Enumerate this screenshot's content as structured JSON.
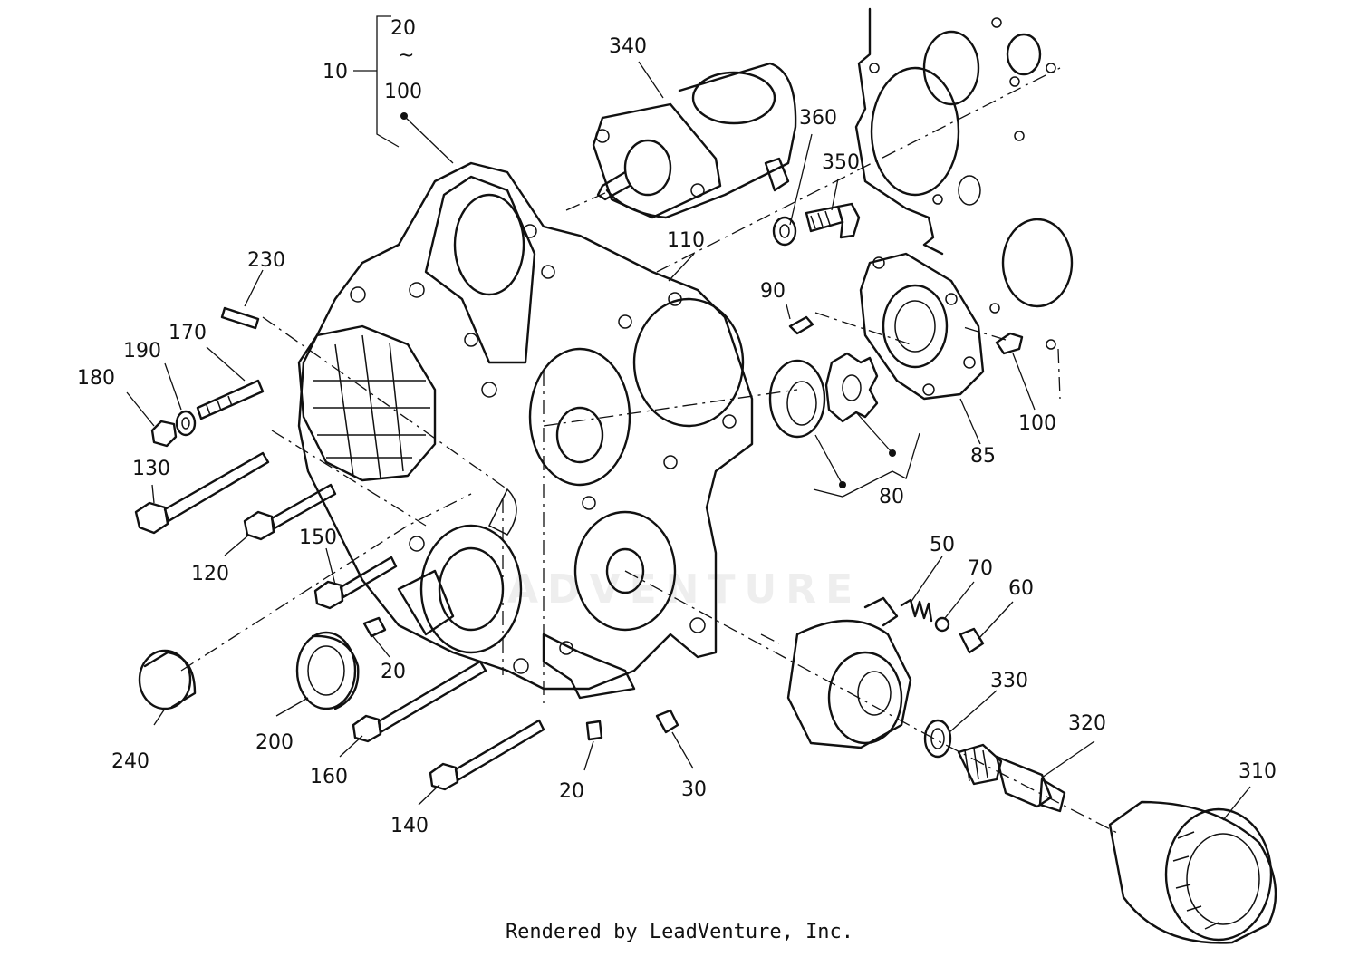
{
  "diagram": {
    "labels": {
      "l10": "10",
      "l20_top": "20",
      "l_tilde": "~",
      "l100_top": "100",
      "l340": "340",
      "l360": "360",
      "l350": "350",
      "l110": "110",
      "l230": "230",
      "l170": "170",
      "l190": "190",
      "l180": "180",
      "l90": "90",
      "l100": "100",
      "l85": "85",
      "l80": "80",
      "l130": "130",
      "l120": "120",
      "l150": "150",
      "l50": "50",
      "l70": "70",
      "l60": "60",
      "l20_a": "20",
      "l240": "240",
      "l200": "200",
      "l330": "330",
      "l320": "320",
      "l310": "310",
      "l160": "160",
      "l20_b": "20",
      "l30": "30",
      "l140": "140"
    }
  },
  "footer": {
    "credit": "Rendered by LeadVenture, Inc."
  }
}
